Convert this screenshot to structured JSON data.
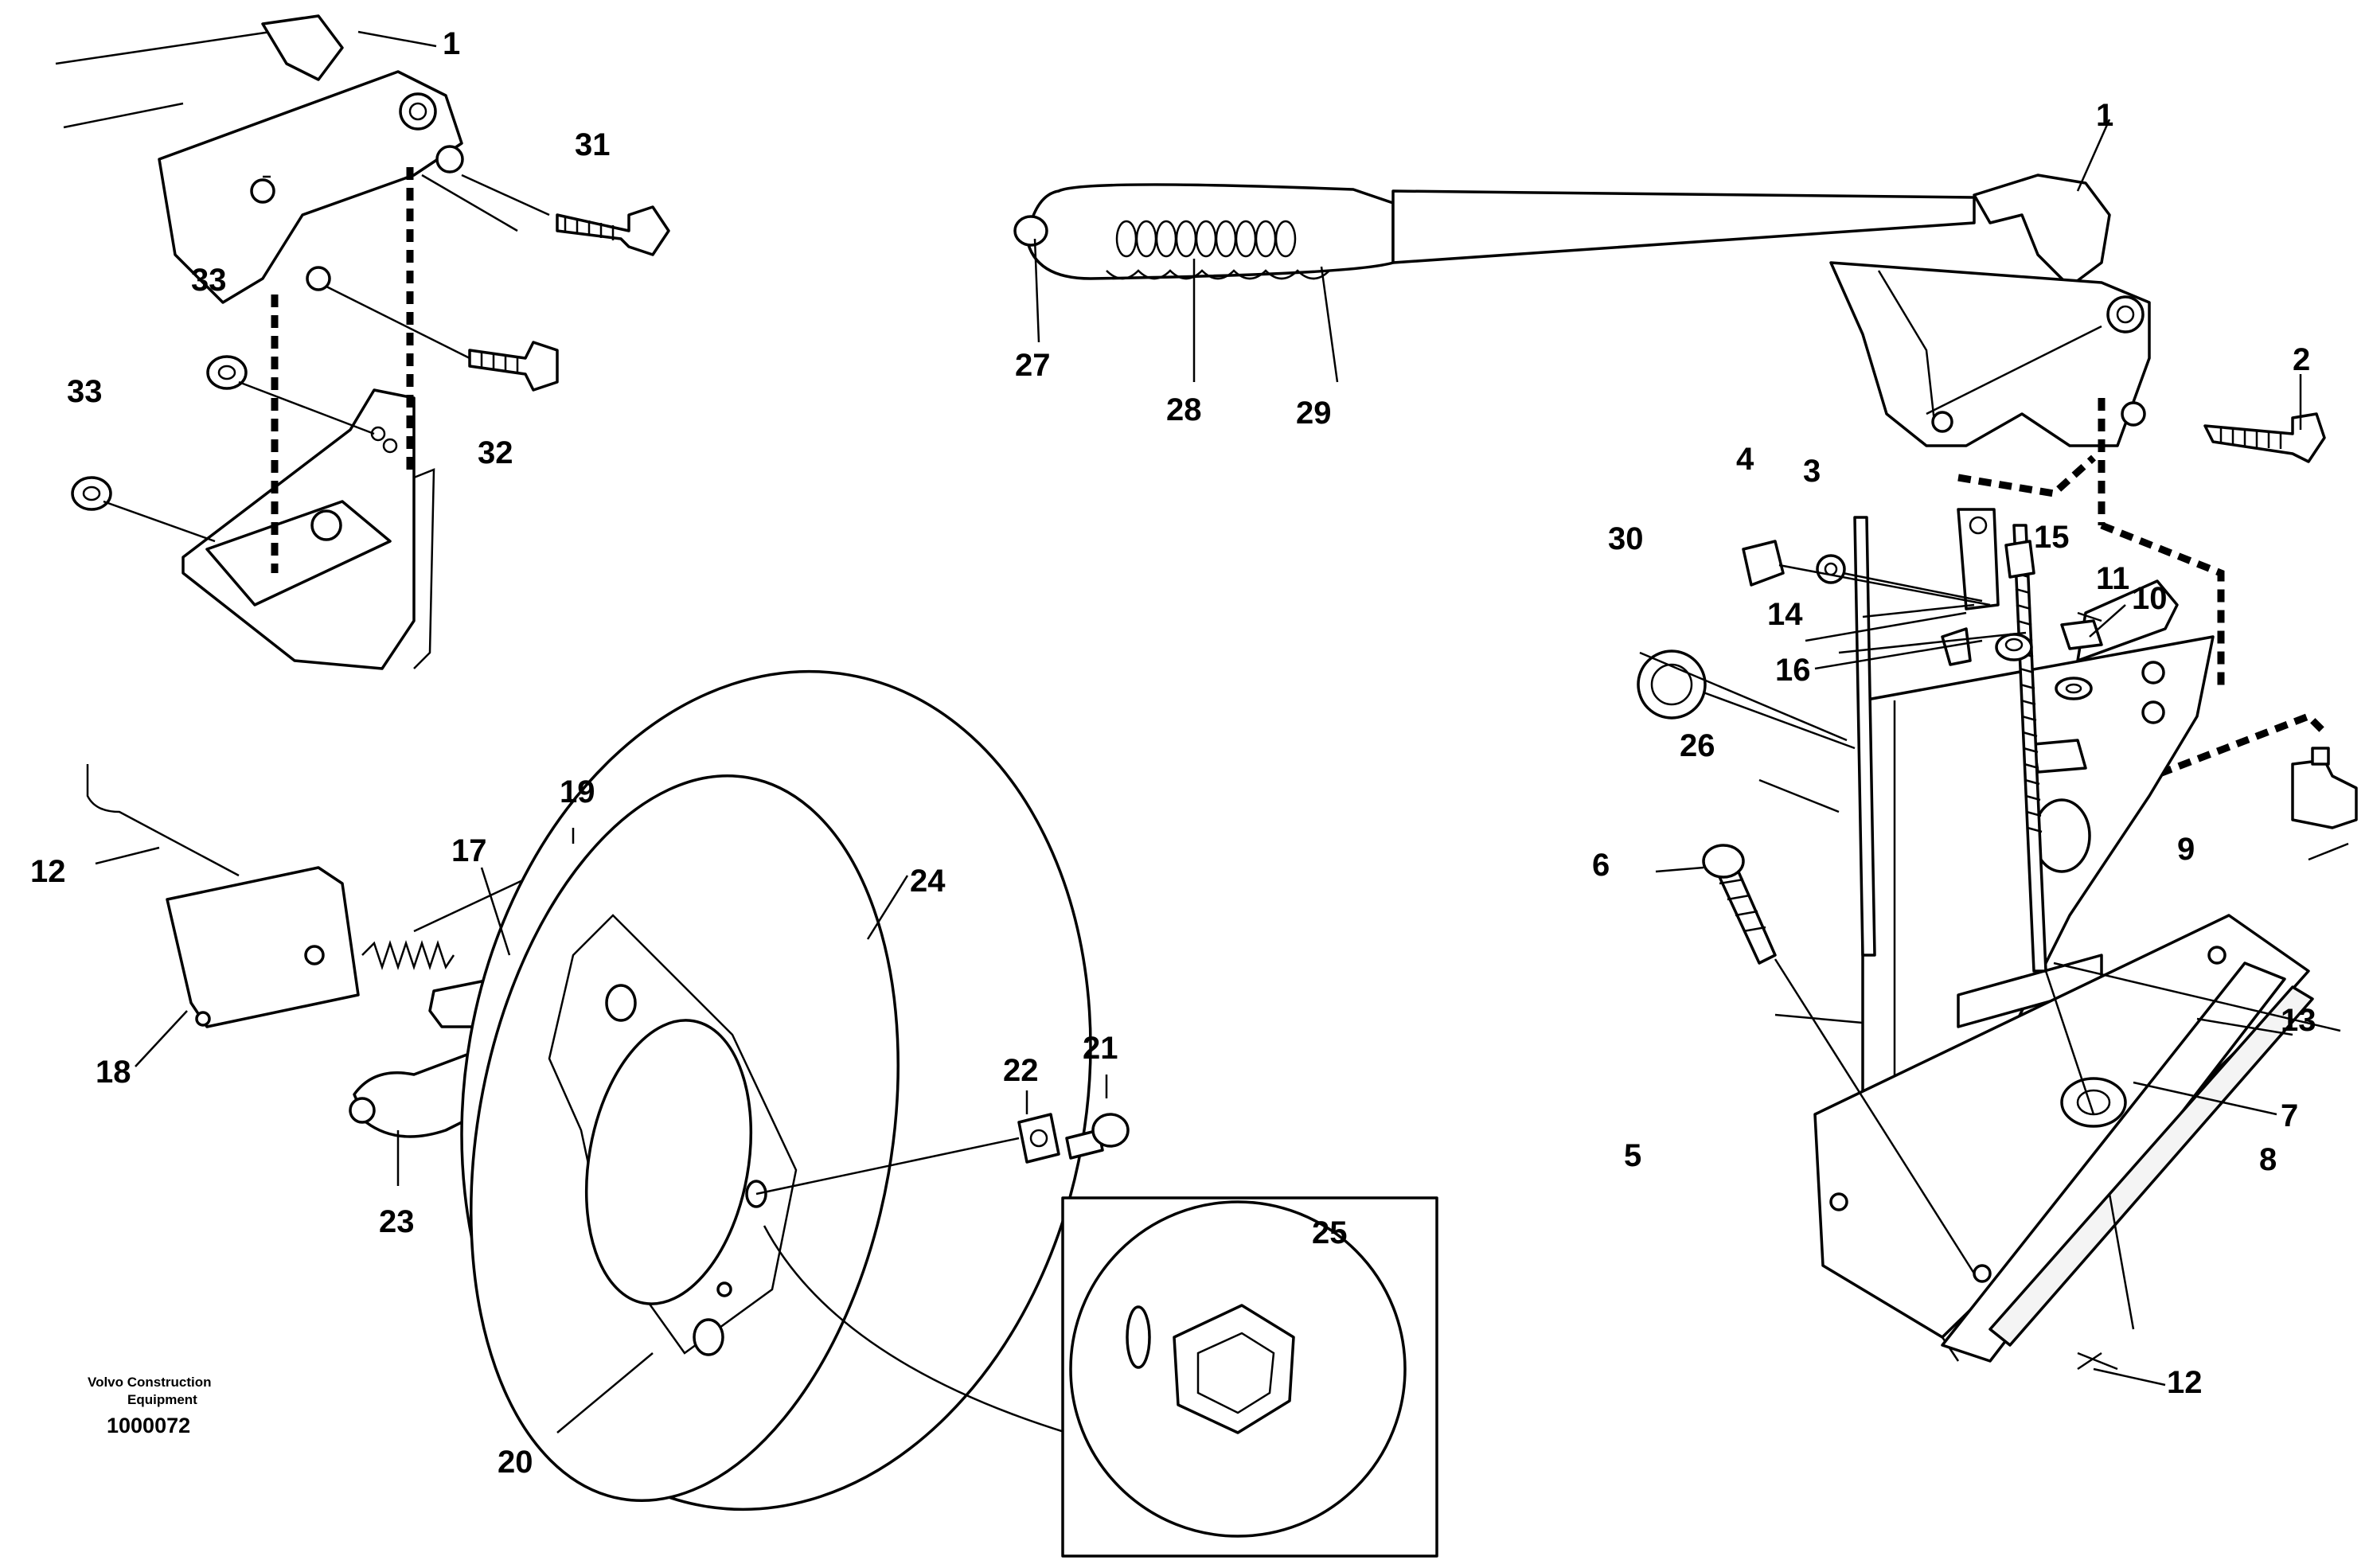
{
  "figure": {
    "callouts": [
      "1",
      "2",
      "3",
      "4",
      "5",
      "6",
      "7",
      "8",
      "9",
      "10",
      "11",
      "12",
      "13",
      "14",
      "15",
      "16",
      "17",
      "18",
      "19",
      "20",
      "21",
      "22",
      "23",
      "24",
      "25",
      "26",
      "27",
      "28",
      "29",
      "30",
      "31",
      "32",
      "33"
    ],
    "publisher_line1": "Volvo Construction",
    "publisher_line2": "Equipment",
    "drawing_number": "1000072"
  }
}
